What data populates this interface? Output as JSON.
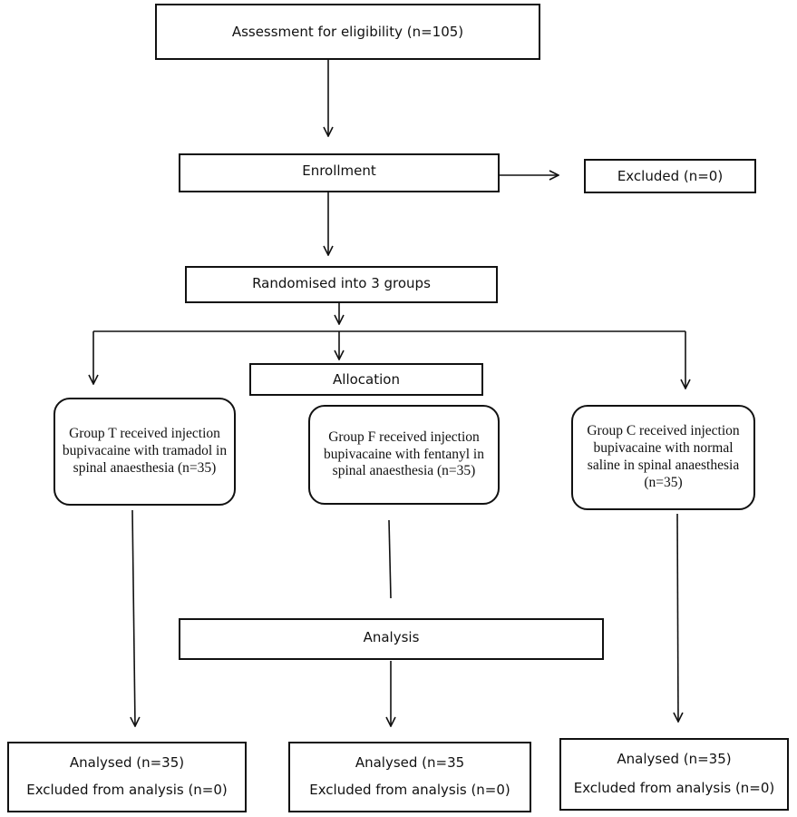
{
  "nodes": {
    "assessment": "Assessment for eligibility (n=105)",
    "enrollment": "Enrollment",
    "excluded": "Excluded (n=0)",
    "randomised": "Randomised into 3 groups",
    "allocation": "Allocation",
    "group_t": "Group T received injection bupivacaine with tramadol in spinal anaesthesia (n=35)",
    "group_f": "Group F received injection bupivacaine with fentanyl in spinal anaesthesia (n=35)",
    "group_c": "Group C received injection bupivacaine with normal saline in spinal anaesthesia (n=35)",
    "analysis": "Analysis",
    "analysed_t": {
      "analysed": "Analysed (n=35)",
      "excluded": "Excluded from analysis (n=0)"
    },
    "analysed_f": {
      "analysed": "Analysed (n=35",
      "excluded": "Excluded from analysis (n=0)"
    },
    "analysed_c": {
      "analysed": "Analysed (n=35)",
      "excluded": "Excluded from analysis (n=0)"
    }
  },
  "colors": {
    "stroke": "#111111",
    "background": "#ffffff"
  }
}
